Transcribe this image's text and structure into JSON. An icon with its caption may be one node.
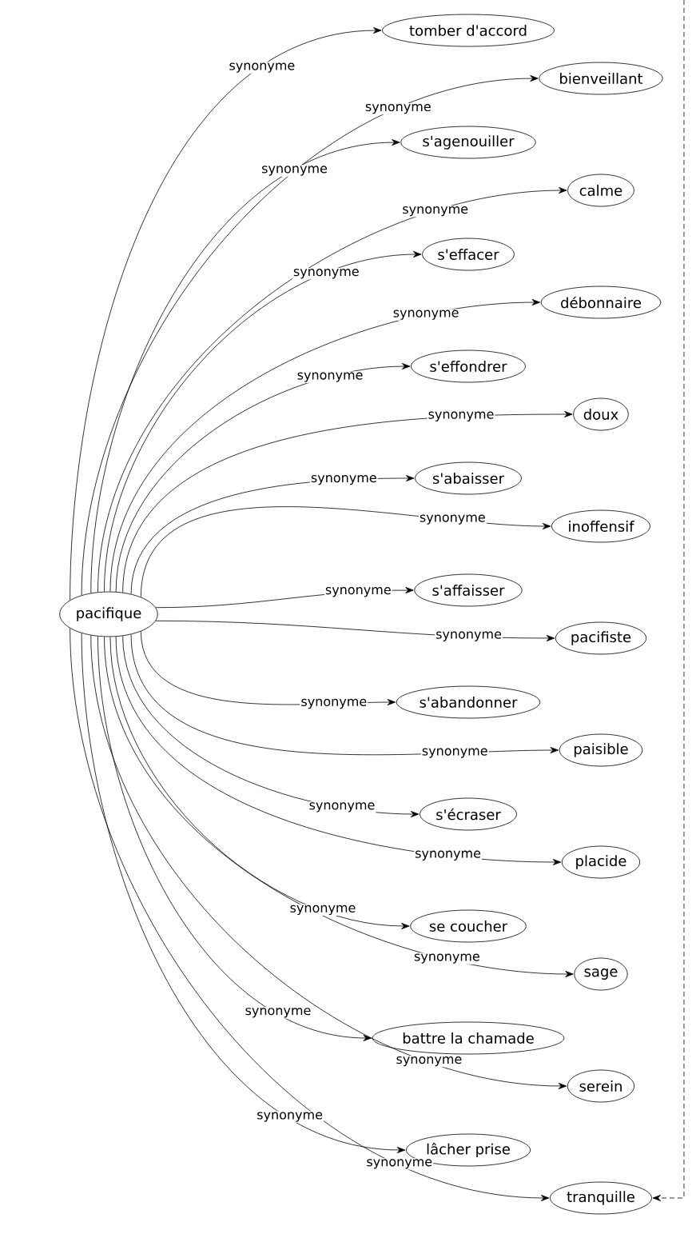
{
  "diagram": {
    "nodes": [
      {
        "text": [
          "pacifique"
        ]
      },
      {
        "text": [
          "tomber d'accord"
        ]
      },
      {
        "text": [
          "bienveillant"
        ]
      },
      {
        "text": [
          "s'agenouiller"
        ]
      },
      {
        "text": [
          "calme"
        ]
      },
      {
        "text": [
          "s'effacer"
        ]
      },
      {
        "text": [
          "débonnaire"
        ]
      },
      {
        "text": [
          "s'effondrer"
        ]
      },
      {
        "text": [
          "doux"
        ]
      },
      {
        "text": [
          "s'abaisser"
        ]
      },
      {
        "text": [
          "inoffensif"
        ]
      },
      {
        "text": [
          "s'affaisser"
        ]
      },
      {
        "text": [
          "pacifiste"
        ]
      },
      {
        "text": [
          "s'abandonner"
        ]
      },
      {
        "text": [
          "paisible"
        ]
      },
      {
        "text": [
          "s'écraser"
        ]
      },
      {
        "text": [
          "placide"
        ]
      },
      {
        "text": [
          "se coucher"
        ]
      },
      {
        "text": [
          "sage"
        ]
      },
      {
        "text": [
          "battre la chamade"
        ]
      },
      {
        "text": [
          "serein"
        ]
      },
      {
        "text": [
          "lâcher prise"
        ]
      },
      {
        "text": [
          "tranquille"
        ]
      }
    ],
    "edges": [
      {
        "from": 0,
        "to": 1,
        "arrow": "to",
        "label": "synonyme"
      },
      {
        "from": 0,
        "to": 2,
        "arrow": "to",
        "label": "synonyme"
      },
      {
        "from": 0,
        "to": 3,
        "arrow": "to",
        "label": "synonyme"
      },
      {
        "from": 0,
        "to": 4,
        "arrow": "to",
        "label": "synonyme"
      },
      {
        "from": 0,
        "to": 5,
        "arrow": "to",
        "label": "synonyme"
      },
      {
        "from": 0,
        "to": 6,
        "arrow": "to",
        "label": "synonyme"
      },
      {
        "from": 0,
        "to": 7,
        "arrow": "to",
        "label": "synonyme"
      },
      {
        "from": 0,
        "to": 8,
        "arrow": "to",
        "label": "synonyme"
      },
      {
        "from": 0,
        "to": 9,
        "arrow": "to",
        "label": "synonyme"
      },
      {
        "from": 0,
        "to": 10,
        "arrow": "to",
        "label": "synonyme"
      },
      {
        "from": 0,
        "to": 11,
        "arrow": "to",
        "label": "synonyme"
      },
      {
        "from": 0,
        "to": 12,
        "arrow": "to",
        "label": "synonyme"
      },
      {
        "from": 0,
        "to": 13,
        "arrow": "to",
        "label": "synonyme"
      },
      {
        "from": 0,
        "to": 14,
        "arrow": "to",
        "label": "synonyme"
      },
      {
        "from": 0,
        "to": 15,
        "arrow": "to",
        "label": "synonyme"
      },
      {
        "from": 0,
        "to": 16,
        "arrow": "to",
        "label": "synonyme"
      },
      {
        "from": 0,
        "to": 17,
        "arrow": "to",
        "label": "synonyme"
      },
      {
        "from": 0,
        "to": 18,
        "arrow": "to",
        "label": "synonyme"
      },
      {
        "from": 0,
        "to": 19,
        "arrow": "to",
        "label": "synonyme"
      },
      {
        "from": 0,
        "to": 20,
        "arrow": "to",
        "label": "synonyme"
      },
      {
        "from": 0,
        "to": 21,
        "arrow": "to",
        "label": "synonyme"
      },
      {
        "from": 0,
        "to": 22,
        "arrow": "to",
        "label": "synonyme"
      },
      {
        "from": null,
        "to": 22,
        "arrow": "to",
        "style": "dashed"
      }
    ]
  }
}
